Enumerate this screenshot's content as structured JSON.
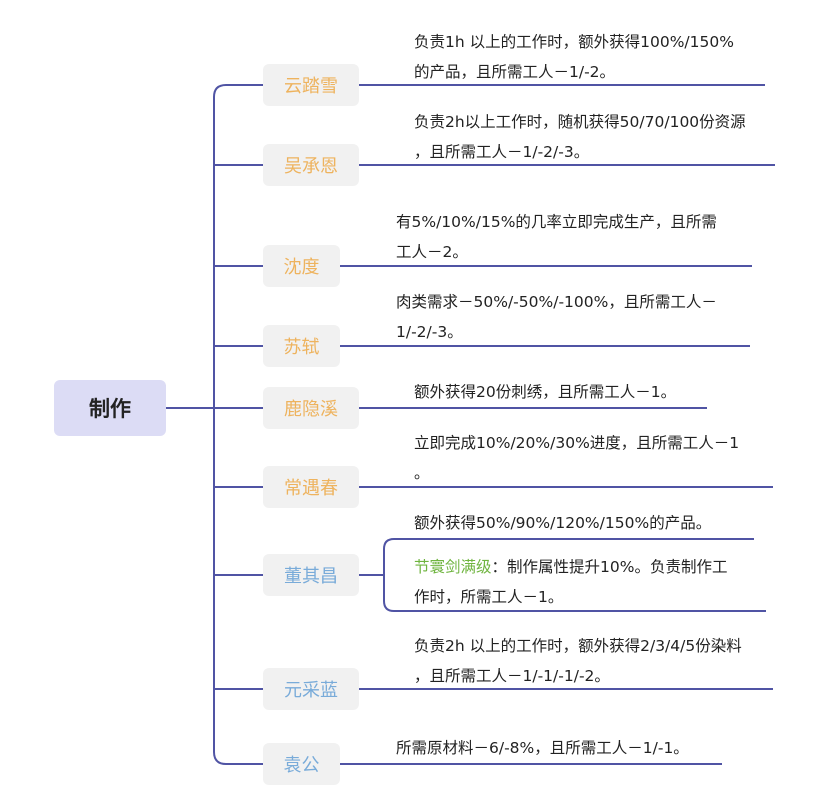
{
  "root": "制作",
  "branches": [
    {
      "name": "云踏雪",
      "lines": [
        "负责1h 以上的工作时，额外获得100%/150%",
        "的产品，且所需工人－1/-2。"
      ]
    },
    {
      "name": "吴承恩",
      "lines": [
        "负责2h以上工作时，随机获得50/70/100份资源",
        "，且所需工人－1/-2/-3。"
      ]
    },
    {
      "name": "沈度",
      "lines": [
        "有5%/10%/15%的几率立即完成生产，且所需",
        "工人－2。"
      ]
    },
    {
      "name": "苏轼",
      "lines": [
        "肉类需求－50%/-50%/-100%，且所需工人－",
        "1/-2/-3。"
      ]
    },
    {
      "name": "鹿隐溪",
      "lines": [
        "额外获得20份刺绣，且所需工人－1。"
      ]
    },
    {
      "name": "常遇春",
      "lines": [
        "立即完成10%/20%/30%进度，且所需工人－1",
        "。"
      ]
    },
    {
      "name": "董其昌",
      "lines": [
        "额外获得50%/90%/120%/150%的产品。"
      ],
      "sub_highlight": "节寰剑满级",
      "sub_rest": "：制作属性提升10%。负责制作工",
      "sub_line2": "作时，所需工人－1。"
    },
    {
      "name": "元采蓝",
      "lines": [
        "负责2h 以上的工作时，额外获得2/3/4/5份染料",
        "，且所需工人－1/-1/-1/-2。"
      ]
    },
    {
      "name": "袁公",
      "lines": [
        "所需原材料－6/-8%，且所需工人－1/-1。"
      ]
    }
  ],
  "colors": {
    "line": "#5054a4",
    "orange": "#eeb35e",
    "blue": "#79abd9",
    "green": "#6fb43f",
    "root_bg": "#dcdcf5",
    "node_bg": "#f1f1f1"
  }
}
